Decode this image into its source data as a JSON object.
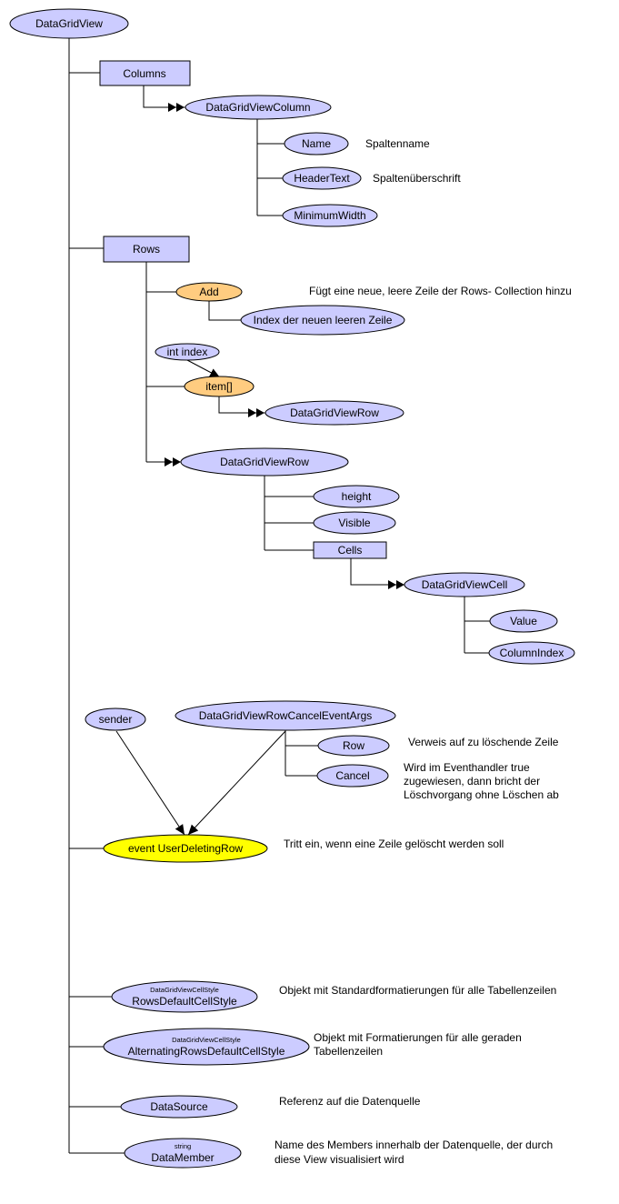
{
  "nodes": {
    "datagridview": "DataGridView",
    "columns": "Columns",
    "datagridviewcolumn": "DataGridViewColumn",
    "name": "Name",
    "headertext": "HeaderText",
    "minimumwidth": "MinimumWidth",
    "rows": "Rows",
    "add": "Add",
    "index_new_row": "Index der neuen leeren Zeile",
    "int_index": "int index",
    "item": "item[]",
    "datagridviewrow_item": "DataGridViewRow",
    "datagridviewrow": "DataGridViewRow",
    "height": "height",
    "visible": "Visible",
    "cells": "Cells",
    "datagridviewcell": "DataGridViewCell",
    "value": "Value",
    "columnindex": "ColumnIndex",
    "sender": "sender",
    "cancel_event_args": "DataGridViewRowCancelEventArgs",
    "row": "Row",
    "cancel": "Cancel",
    "event_userdeletingrow": "event UserDeletingRow",
    "rows_default_cell_style_type": "DataGridViewCellStyle",
    "rows_default_cell_style": "RowsDefaultCellStyle",
    "alt_rows_default_cell_style_type": "DataGridViewCellStyle",
    "alt_rows_default_cell_style": "AlternatingRowsDefaultCellStyle",
    "datasource": "DataSource",
    "datamember_type": "string",
    "datamember": "DataMember"
  },
  "notes": {
    "name": "Spaltenname",
    "headertext": "Spaltenüberschrift",
    "add": "Fügt eine neue, leere Zeile der Rows- Collection hinzu",
    "row": "Verweis auf zu löschende Zeile",
    "cancel_line1": "Wird im Eventhandler true",
    "cancel_line2": "zugewiesen, dann bricht der",
    "cancel_line3": "Löschvorgang ohne Löschen ab",
    "userdeletingrow": "Tritt ein, wenn eine Zeile gelöscht werden soll",
    "rows_default_cell_style": "Objekt mit Standardformatierungen für alle Tabellenzeilen",
    "alt_line1": "Objekt mit Formatierungen für alle geraden",
    "alt_line2": "Tabellenzeilen",
    "datasource": "Referenz auf die Datenquelle",
    "datamember_line1": "Name des Members innerhalb der Datenquelle, der durch",
    "datamember_line2": "diese View visualisiert wird"
  }
}
